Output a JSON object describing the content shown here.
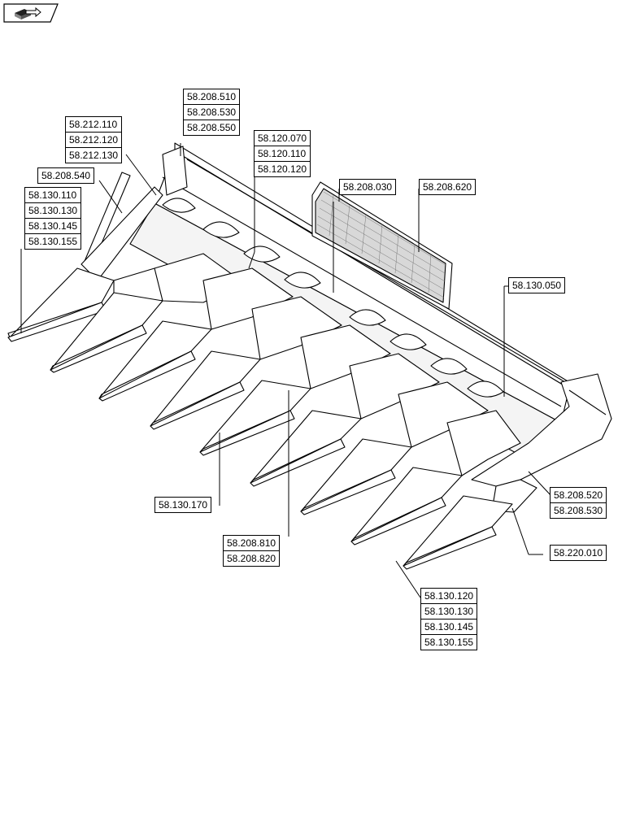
{
  "nav": {
    "icon": "book-arrow-icon"
  },
  "callouts": {
    "top_center": [
      "58.208.510",
      "58.208.530",
      "58.208.550"
    ],
    "top_left": [
      "58.212.110",
      "58.212.120",
      "58.212.130"
    ],
    "left_single": [
      "58.208.540"
    ],
    "left_stack": [
      "58.130.110",
      "58.130.130",
      "58.130.145",
      "58.130.155"
    ],
    "mid_top": [
      "58.120.070",
      "58.120.110",
      "58.120.120"
    ],
    "back_panel": [
      "58.208.030"
    ],
    "screen": [
      "58.208.620"
    ],
    "right_auger": [
      "58.130.050"
    ],
    "right_side": [
      "58.208.520",
      "58.208.530"
    ],
    "right_lower": [
      "58.220.010"
    ],
    "bottom_left": [
      "58.130.170"
    ],
    "bottom_mid": [
      "58.208.810",
      "58.208.820"
    ],
    "bottom_right": [
      "58.130.120",
      "58.130.130",
      "58.130.145",
      "58.130.155"
    ]
  }
}
